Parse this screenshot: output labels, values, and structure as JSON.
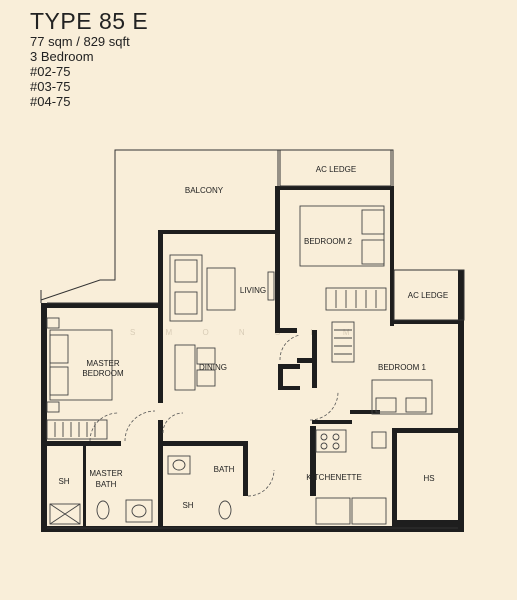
{
  "header": {
    "type": "TYPE 85 E",
    "area": "77 sqm / 829 sqft",
    "bedrooms": "3 Bedroom",
    "units": [
      "#02-75",
      "#03-75",
      "#04-75"
    ]
  },
  "rooms": {
    "ac_ledge_top": "AC LEDGE",
    "balcony": "BALCONY",
    "bedroom2": "BEDROOM 2",
    "living": "LIVING",
    "ac_ledge_right": "AC LEDGE",
    "master_bedroom_l1": "MASTER",
    "master_bedroom_l2": "BEDROOM",
    "dining": "DINING",
    "bedroom1": "BEDROOM 1",
    "sh_left": "SH",
    "master_bath_l1": "MASTER",
    "master_bath_l2": "BATH",
    "bath": "BATH",
    "sh_mid": "SH",
    "kitchenette": "KITCHENETTE",
    "hs": "HS"
  },
  "watermark": "S M O N S I M",
  "colors": {
    "background": "#f9eed9",
    "walls": "#1e1e1e"
  }
}
